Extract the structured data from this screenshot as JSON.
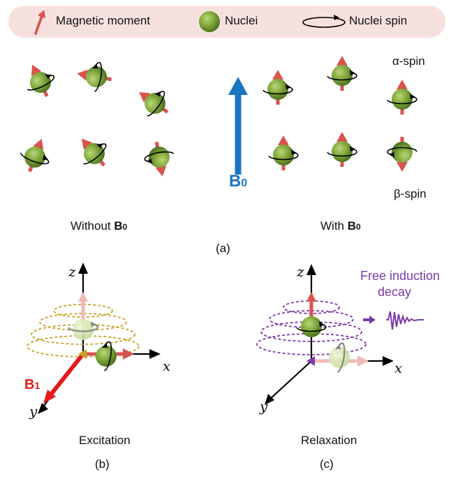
{
  "legend": {
    "magnetic_moment": "Magnetic moment",
    "nuclei": "Nuclei",
    "nuclei_spin": "Nuclei spin"
  },
  "panel_a": {
    "b0_main": "B",
    "b0_sub": "0",
    "alpha_spin": "α-spin",
    "beta_spin": "β-spin",
    "without_label": "Without ",
    "with_label": "With ",
    "caption": "(a)"
  },
  "panel_b": {
    "axis_z": "z",
    "axis_x": "x",
    "axis_y": "y",
    "b1_main": "B",
    "b1_sub": "1",
    "title": "Excitation",
    "caption": "(b)"
  },
  "panel_c": {
    "axis_z": "z",
    "axis_x": "x",
    "axis_y": "y",
    "fid_line1": "Free induction",
    "fid_line2": "decay",
    "title": "Relaxation",
    "caption": "(c)"
  },
  "colors": {
    "moment": "#d9534f",
    "nucleus": "#7fa63a",
    "b0_arrow": "#1a75c2",
    "b1_arrow": "#e31b1b",
    "excitation_orbit": "#c9a227",
    "relaxation_orbit": "#7b3aa8",
    "legend_bg": "#f7e1df"
  }
}
